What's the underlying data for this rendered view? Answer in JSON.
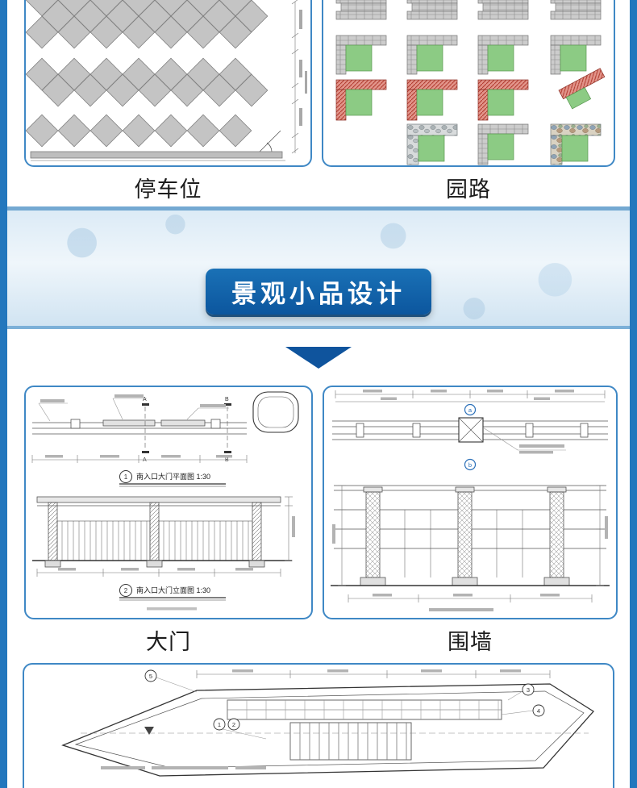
{
  "page": {
    "frame_color": "#2377bd",
    "background": "#ffffff"
  },
  "top_section": {
    "panels": [
      {
        "id": "parking",
        "label": "停车位"
      },
      {
        "id": "garden-path",
        "label": "园路"
      }
    ]
  },
  "banner": {
    "title": "景观小品设计",
    "button_color": "#0d5ca6",
    "background": "#dcebf6"
  },
  "design_section": {
    "panels": [
      {
        "id": "gate",
        "label": "大门",
        "section_markers": [
          "A",
          "B"
        ],
        "captions": [
          {
            "num": "1",
            "text": "南入口大门平面图 1:30"
          },
          {
            "num": "2",
            "text": "南入口大门立面图 1:30"
          }
        ]
      },
      {
        "id": "wall",
        "label": "围墙",
        "markers": [
          "a",
          "b"
        ]
      }
    ]
  },
  "bottom_panel": {
    "id": "feature-plan",
    "markers": [
      "1",
      "2",
      "3",
      "4",
      "5"
    ]
  },
  "colors": {
    "panel_border": "#3f88c5",
    "label_text": "#1c1c1c",
    "tile_gray": "#c4c4c4",
    "lawn_green": "#8ccb84",
    "brick_red": "#b03a2e",
    "marker_blue": "#2a6fb8"
  }
}
